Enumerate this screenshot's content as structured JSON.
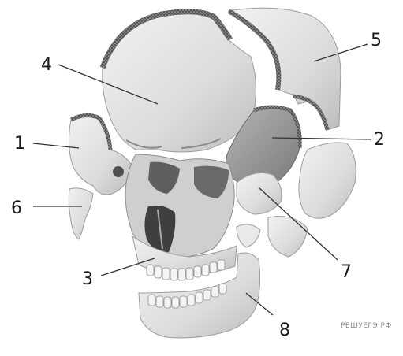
{
  "callouts": [
    {
      "id": "1",
      "label": "1"
    },
    {
      "id": "2",
      "label": "2"
    },
    {
      "id": "3",
      "label": "3"
    },
    {
      "id": "4",
      "label": "4"
    },
    {
      "id": "5",
      "label": "5"
    },
    {
      "id": "6",
      "label": "6"
    },
    {
      "id": "7",
      "label": "7"
    },
    {
      "id": "8",
      "label": "8"
    }
  ],
  "watermark": "РЕШУЕГЭ.РФ",
  "colors": {
    "bone_light": "#e6e6e6",
    "bone_mid": "#cfcfcf",
    "bone_dark": "#9a9a9a",
    "shadow": "#5a5a5a",
    "suture": "#6e6e6e",
    "label_text": "#1a1a1a"
  }
}
